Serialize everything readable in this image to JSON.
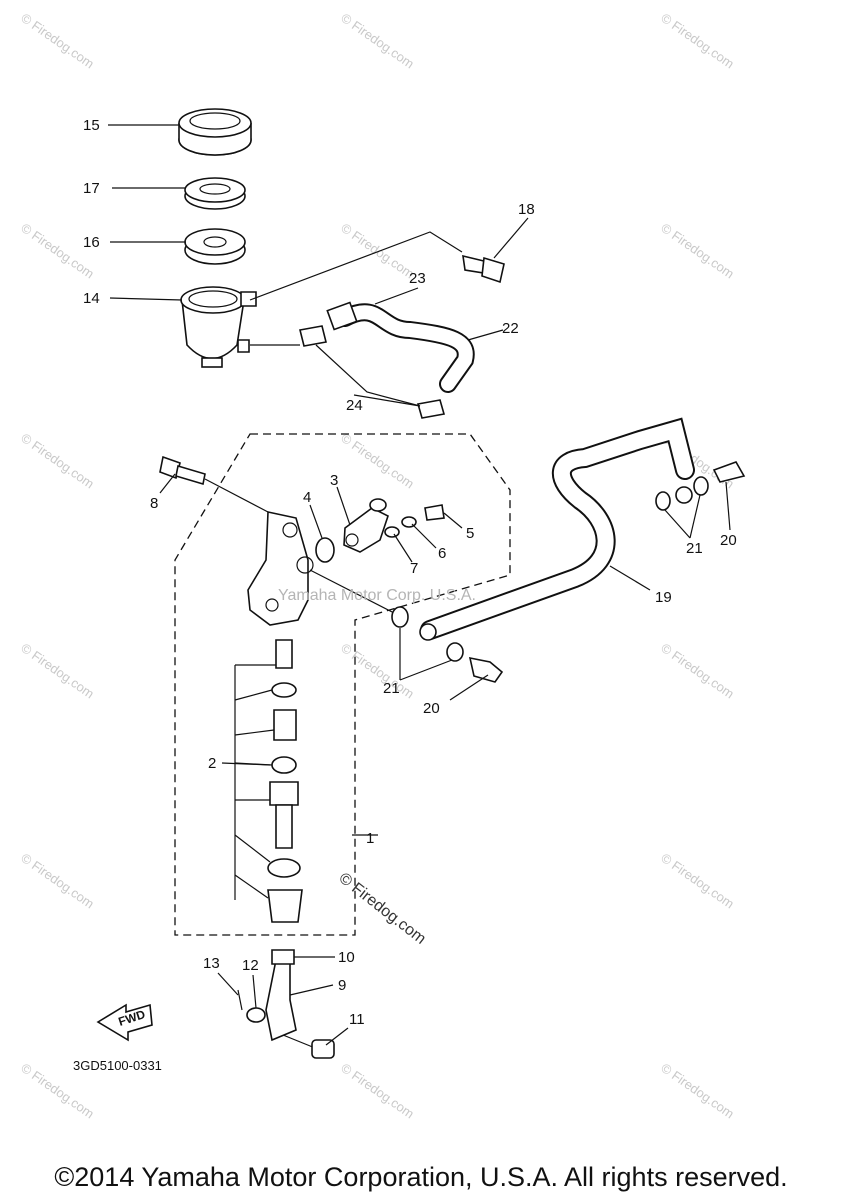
{
  "diagram": {
    "part_code": "3GD5100-0331",
    "fwd_label": "FWD",
    "watermark_center": "Yamaha Motor Corp. U.S.A.",
    "watermark_site": "© Firedog.com",
    "watermark_tile": "© Firedog.com",
    "callouts": [
      "1",
      "2",
      "3",
      "4",
      "5",
      "6",
      "7",
      "8",
      "9",
      "10",
      "11",
      "12",
      "13",
      "14",
      "15",
      "16",
      "17",
      "18",
      "19",
      "20",
      "20",
      "21",
      "21",
      "22",
      "23",
      "24"
    ]
  },
  "footer": {
    "copyright": "©2014 Yamaha Motor Corporation, U.S.A. All rights reserved."
  }
}
